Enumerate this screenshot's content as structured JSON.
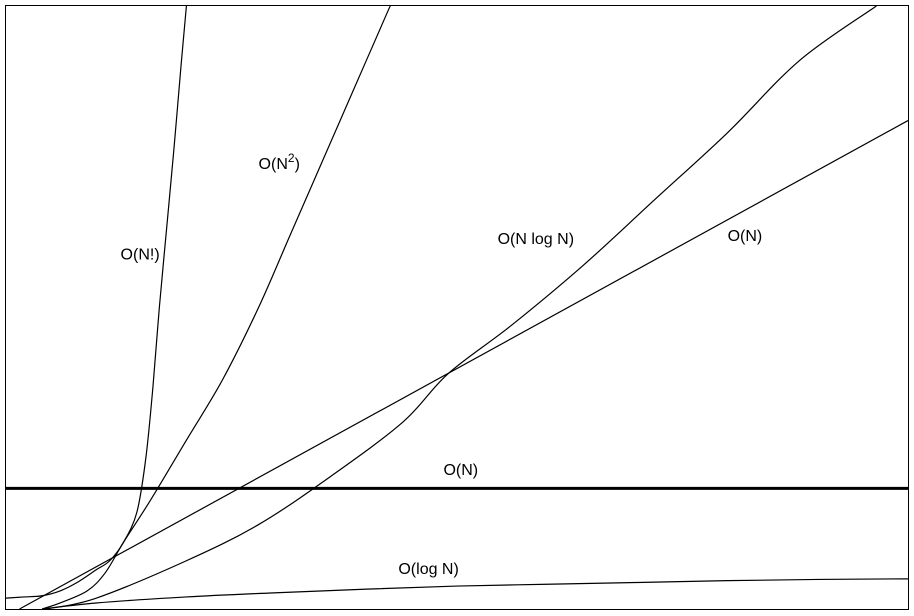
{
  "chart_data": {
    "type": "line",
    "title": "",
    "xlabel": "",
    "ylabel": "",
    "grid": false,
    "legend": "none",
    "series": [
      {
        "name": "O(N!)",
        "label_parts": [
          "O(N!)"
        ],
        "stroke_width": "thin",
        "points": [
          [
            0,
            0.018
          ],
          [
            0.02,
            0.02
          ],
          [
            0.04,
            0.022
          ],
          [
            0.06,
            0.03
          ],
          [
            0.08,
            0.045
          ],
          [
            0.1,
            0.065
          ],
          [
            0.115,
            0.08
          ],
          [
            0.13,
            0.11
          ],
          [
            0.145,
            0.16
          ],
          [
            0.155,
            0.25
          ],
          [
            0.163,
            0.37
          ],
          [
            0.17,
            0.5
          ],
          [
            0.178,
            0.63
          ],
          [
            0.186,
            0.76
          ],
          [
            0.194,
            0.9
          ],
          [
            0.2,
            1.0
          ]
        ]
      },
      {
        "name": "O(N^2)",
        "label_parts": [
          "O(N",
          "2",
          ")"
        ],
        "stroke_width": "thin",
        "points": [
          [
            0.04,
            0
          ],
          [
            0.06,
            0.01
          ],
          [
            0.09,
            0.03
          ],
          [
            0.11,
            0.06
          ],
          [
            0.13,
            0.11
          ],
          [
            0.16,
            0.18
          ],
          [
            0.2,
            0.28
          ],
          [
            0.24,
            0.38
          ],
          [
            0.28,
            0.5
          ],
          [
            0.315,
            0.62
          ],
          [
            0.35,
            0.74
          ],
          [
            0.385,
            0.86
          ],
          [
            0.42,
            0.98
          ],
          [
            0.426,
            1.0
          ]
        ]
      },
      {
        "name": "O(N log N)",
        "label_parts": [
          "O(N log N)"
        ],
        "stroke_width": "thin",
        "points": [
          [
            0.045,
            0
          ],
          [
            0.1,
            0.018
          ],
          [
            0.2,
            0.08
          ],
          [
            0.28,
            0.14
          ],
          [
            0.36,
            0.22
          ],
          [
            0.44,
            0.31
          ],
          [
            0.49,
            0.39
          ],
          [
            0.56,
            0.47
          ],
          [
            0.64,
            0.57
          ],
          [
            0.72,
            0.68
          ],
          [
            0.8,
            0.79
          ],
          [
            0.88,
            0.91
          ],
          [
            0.965,
            1.0
          ]
        ]
      },
      {
        "name": "O(N)",
        "label_parts": [
          "O(N)"
        ],
        "stroke_width": "thin",
        "points": [
          [
            0.015,
            0
          ],
          [
            1.0,
            0.81
          ]
        ]
      },
      {
        "name": "O(N)",
        "label_parts": [
          "O(N)"
        ],
        "stroke_width": "bold",
        "points": [
          [
            0,
            0.2
          ],
          [
            1.0,
            0.2
          ]
        ]
      },
      {
        "name": "O(log N)",
        "label_parts": [
          "O(log N)"
        ],
        "stroke_width": "thin",
        "points": [
          [
            0.04,
            0
          ],
          [
            0.1,
            0.01
          ],
          [
            0.2,
            0.02
          ],
          [
            0.3,
            0.027
          ],
          [
            0.4,
            0.033
          ],
          [
            0.5,
            0.038
          ],
          [
            0.6,
            0.041
          ],
          [
            0.7,
            0.044
          ],
          [
            0.8,
            0.047
          ],
          [
            0.9,
            0.049
          ],
          [
            1.0,
            0.05
          ]
        ]
      }
    ],
    "labels": [
      {
        "series": 0,
        "at": [
          0.127,
          0.58
        ]
      },
      {
        "series": 1,
        "at": [
          0.28,
          0.73
        ]
      },
      {
        "series": 2,
        "at": [
          0.545,
          0.605
        ]
      },
      {
        "series": 3,
        "at": [
          0.8,
          0.61
        ]
      },
      {
        "series": 4,
        "at": [
          0.485,
          0.222
        ]
      },
      {
        "series": 5,
        "at": [
          0.435,
          0.058
        ]
      }
    ],
    "xlim": [
      0,
      1
    ],
    "ylim": [
      0,
      1
    ]
  }
}
